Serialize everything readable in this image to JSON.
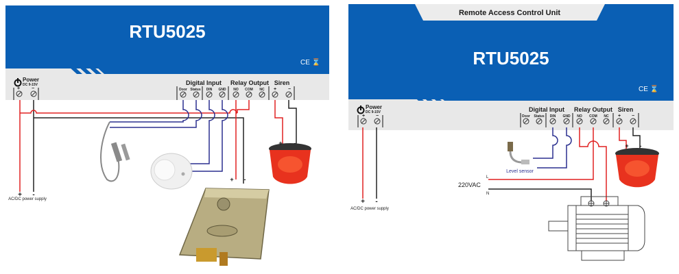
{
  "left_diagram": {
    "model": "RTU5025",
    "cert_marks": "CE ⌛",
    "power": {
      "label": "Power",
      "spec": "DC 9-15V",
      "plus": "+",
      "minus": "−"
    },
    "groups": {
      "digital_input": "Digital Input",
      "relay_output": "Relay Output",
      "siren": "Siren"
    },
    "terminals": [
      "Door",
      "Status",
      "DIN",
      "GND",
      "NO",
      "COM",
      "NC",
      "+",
      "−"
    ],
    "supply_label": "AC/DC power supply",
    "supply_plus": "+",
    "supply_minus": "-",
    "lock_plus": "+",
    "lock_minus": "-",
    "siren_plus": "+",
    "siren_minus": "-",
    "devices": [
      "door-contact-sensor",
      "smoke-detector",
      "electric-lock",
      "siren-strobe"
    ]
  },
  "right_diagram": {
    "subtitle": "Remote Access Control Unit",
    "model": "RTU5025",
    "cert_marks": "CE ⌛",
    "power": {
      "label": "Power",
      "spec": "DC 9-15V",
      "plus": "+",
      "minus": "−"
    },
    "groups": {
      "digital_input": "Digital Input",
      "relay_output": "Relay Output",
      "siren": "Siren"
    },
    "terminals": [
      "Door",
      "Status",
      "DIN",
      "GND",
      "NO",
      "COM",
      "NC",
      "+",
      "−"
    ],
    "supply_label": "AC/DC power supply",
    "supply_plus": "+",
    "supply_minus": "-",
    "level_sensor_label": "Level sensor",
    "ac_label": "220VAC",
    "line_L": "L",
    "line_N": "N",
    "siren_plus": "+",
    "siren_minus": "-",
    "devices": [
      "level-sensor",
      "motor",
      "siren-strobe"
    ]
  },
  "colors": {
    "panel_blue": "#0a5fb4",
    "panel_grey": "#e8e8e8",
    "wire_red": "#e02020",
    "wire_black": "#222222",
    "wire_blue": "#2a2f8f",
    "siren_red": "#e8321e"
  }
}
